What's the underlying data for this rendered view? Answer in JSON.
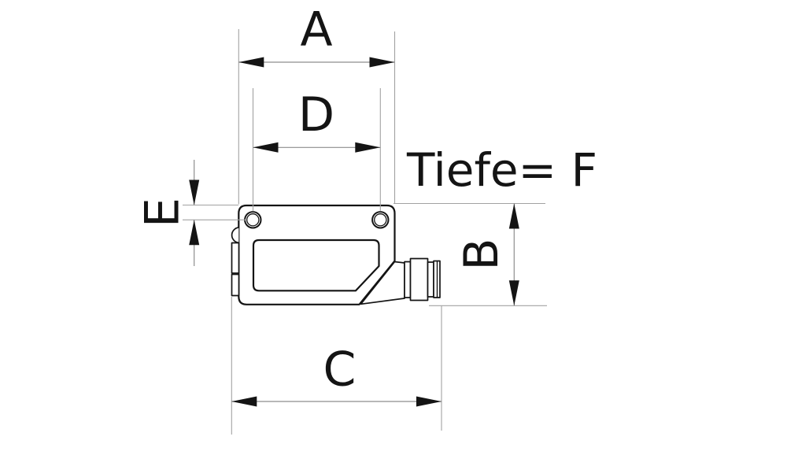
{
  "diagram": {
    "labels": {
      "dim_a": "A",
      "dim_d": "D",
      "dim_e": "E",
      "dim_b": "B",
      "dim_c": "C",
      "depth_note": "Tiefe= F"
    },
    "colors": {
      "background": "#ffffff",
      "outline": "#141414",
      "dimension_lines": "#a2a2a2",
      "arrowheads": "#141414",
      "text": "#141414"
    }
  }
}
